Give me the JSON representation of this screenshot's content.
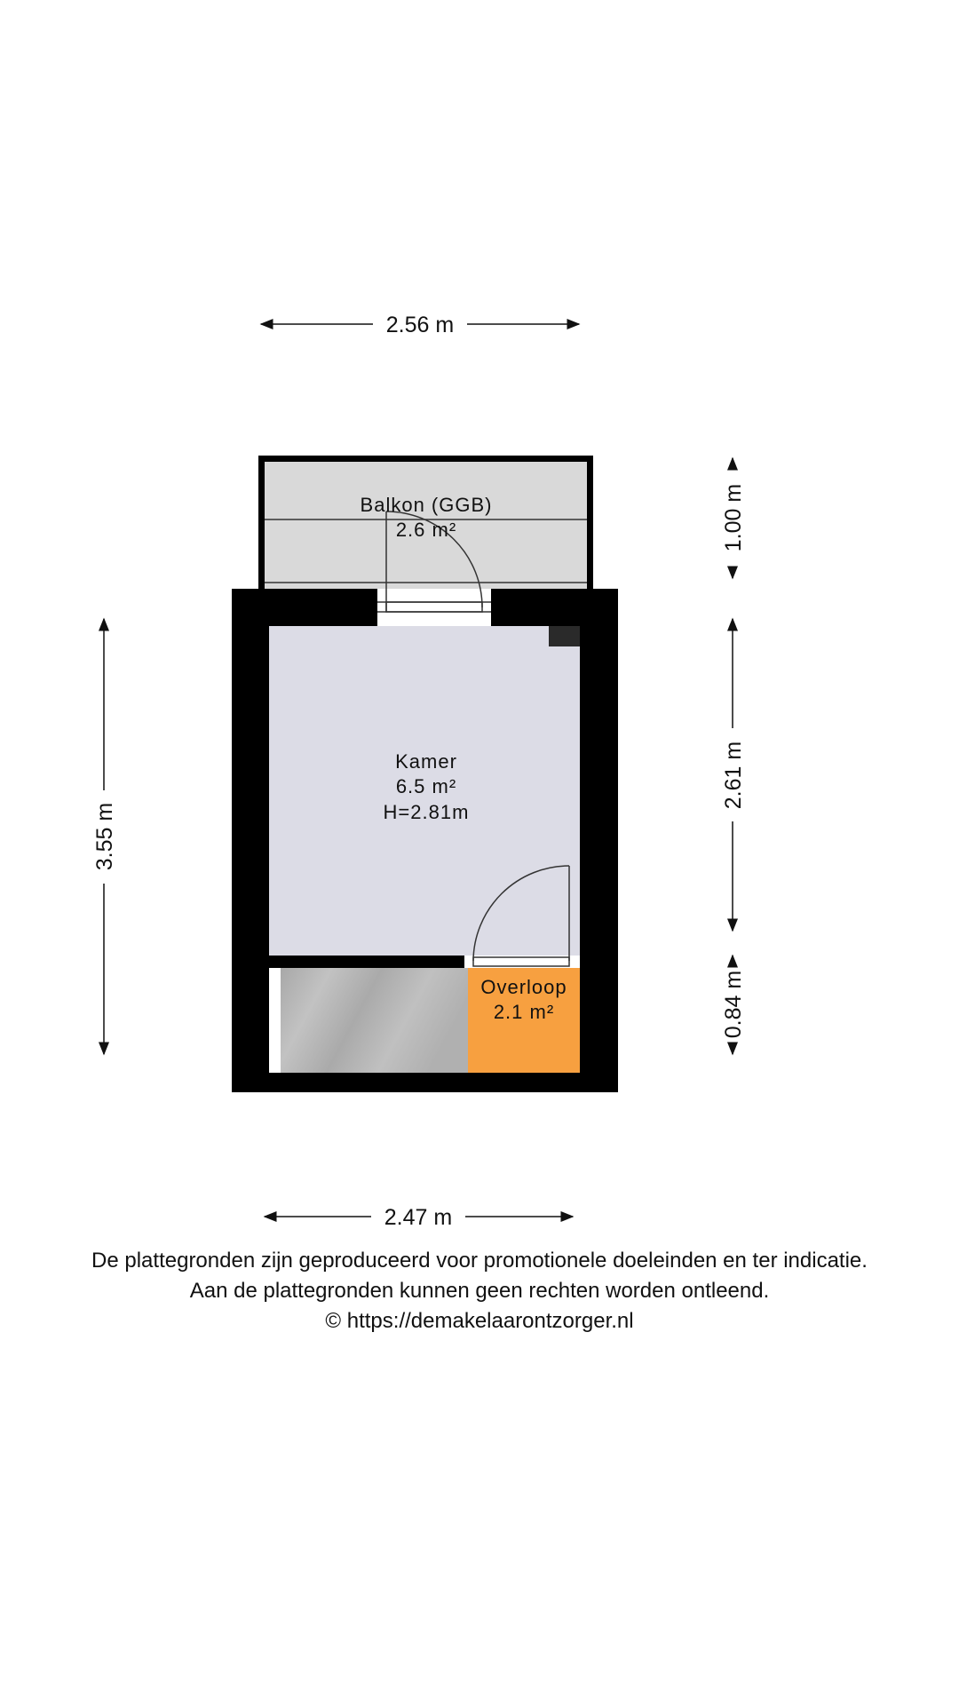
{
  "dimensions": {
    "top_width": "2.56 m",
    "bottom_width": "2.47 m",
    "left_height": "3.55 m",
    "right_balcony": "1.00 m",
    "right_room": "2.61 m",
    "right_landing": "0.84 m"
  },
  "rooms": {
    "balcony": {
      "name": "Balkon (GGB)",
      "area": "2.6 m²"
    },
    "room": {
      "name": "Kamer",
      "area": "6.5 m²",
      "height": "H=2.81m"
    },
    "landing": {
      "name": "Overloop",
      "area": "2.1 m²"
    }
  },
  "colors": {
    "wall": "#000000",
    "room": "#dcdce6",
    "balcony": "#d9d9d9",
    "landing": "#f7a040",
    "stairs": "#b4b4b4"
  },
  "disclaimer": {
    "line1": "De plattegronden zijn geproduceerd voor promotionele doeleinden en ter indicatie.",
    "line2": "Aan de plattegronden kunnen geen rechten worden ontleend.",
    "line3": "© https://demakelaarontzorger.nl"
  }
}
